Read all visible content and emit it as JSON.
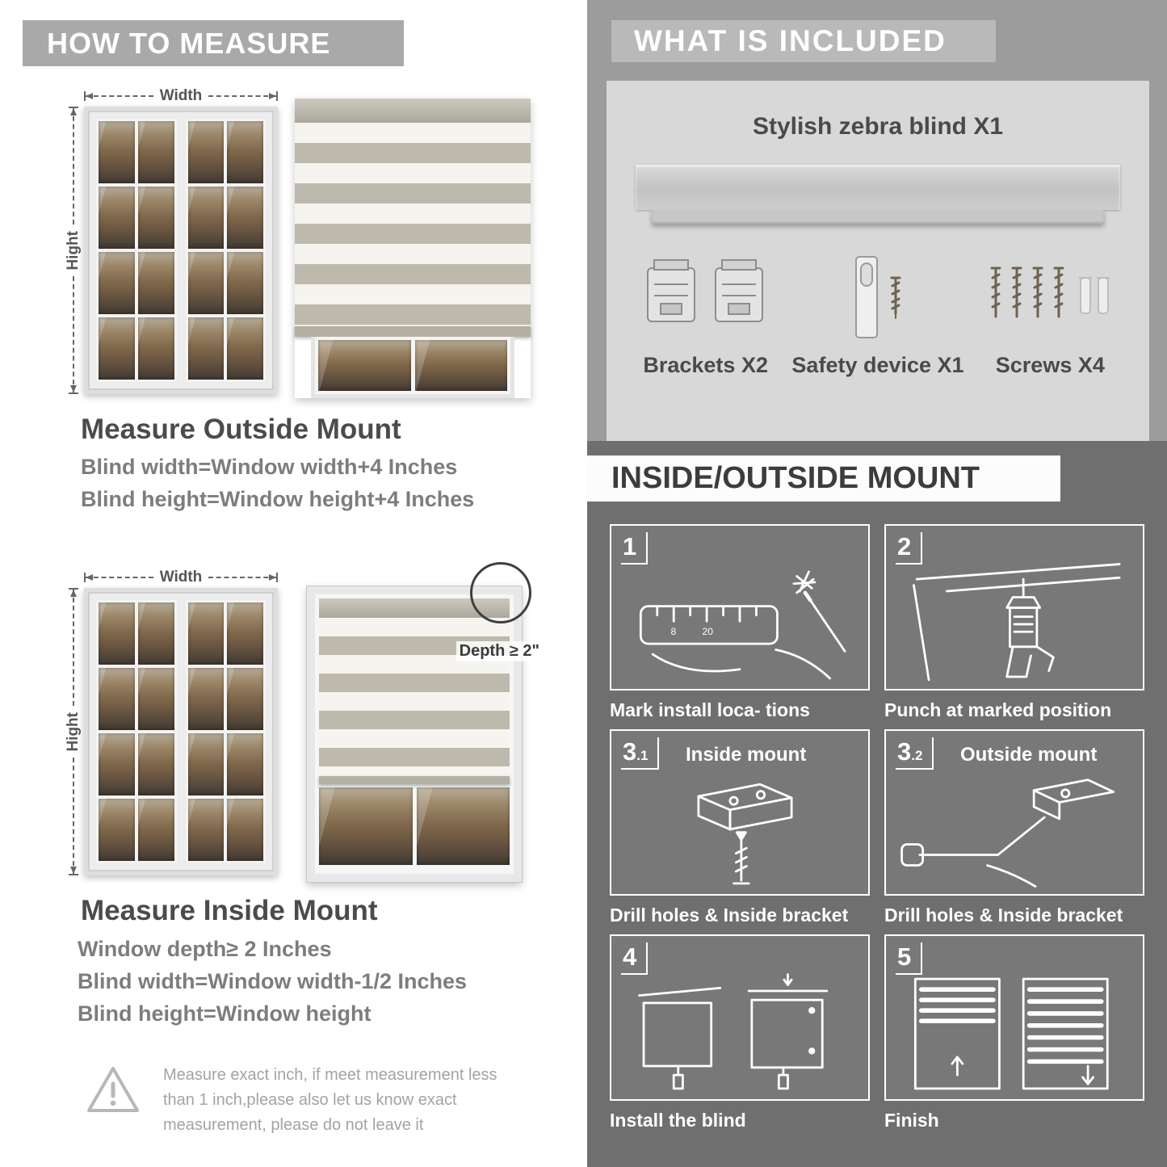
{
  "colors": {
    "left_banner": "#a9a9a9",
    "right_top_bg": "#9c9c9c",
    "included_banner": "#b9b9b9",
    "included_panel": "#d8d8d8",
    "dark_section": "#6f6f6f",
    "title_text": "#4b4b4b",
    "formula_text": "#7d7d7d"
  },
  "how_to_measure": {
    "header": "HOW TO MEASURE",
    "outside": {
      "width_label": "Width",
      "height_label": "Hight",
      "title": "Measure Outside Mount",
      "lines": [
        "Blind width=Window width+4 Inches",
        "Blind height=Window height+4 Inches"
      ]
    },
    "inside": {
      "width_label": "Width",
      "height_label": "Hight",
      "depth_label": "Depth ≥ 2\"",
      "title": "Measure Inside Mount",
      "lines": [
        "Window depth≥ 2 Inches",
        "Blind width=Window width-1/2 Inches",
        "Blind height=Window height"
      ]
    },
    "warning_text": "Measure exact inch, if meet measurement less than 1 inch,please also let us know exact measurement, please do not leave it"
  },
  "included": {
    "header": "WHAT IS INCLUDED",
    "blind_title": "Stylish zebra blind X1",
    "parts": [
      {
        "label": "Brackets X2"
      },
      {
        "label": "Safety device X1"
      },
      {
        "label": "Screws X4"
      }
    ]
  },
  "mount_guide": {
    "header": "INSIDE/OUTSIDE MOUNT",
    "steps": [
      {
        "num": "1",
        "sub": "",
        "label": "",
        "caption": "Mark install loca- tions",
        "ruler_marks": [
          "8",
          "20"
        ]
      },
      {
        "num": "2",
        "sub": "",
        "label": "",
        "caption": "Punch at  marked position"
      },
      {
        "num": "3",
        "sub": ".1",
        "label": "Inside mount",
        "caption": "Drill holes &  Inside bracket"
      },
      {
        "num": "3",
        "sub": ".2",
        "label": "Outside mount",
        "caption": "Drill holes &  Inside bracket"
      },
      {
        "num": "4",
        "sub": "",
        "label": "",
        "caption": "Install the blind"
      },
      {
        "num": "5",
        "sub": "",
        "label": "",
        "caption": "Finish"
      }
    ]
  }
}
